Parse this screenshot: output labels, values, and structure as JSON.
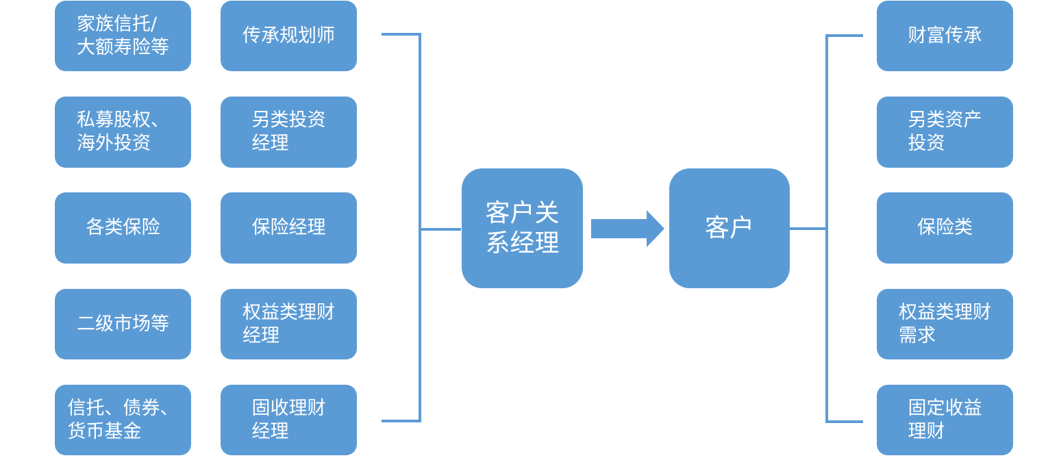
{
  "product_column": [
    {
      "name": "product-family-trust",
      "text": "家族信托/\n大额寿险等"
    },
    {
      "name": "product-private-equity",
      "text": "私募股权、\n海外投资"
    },
    {
      "name": "product-insurance",
      "text": "各类保险"
    },
    {
      "name": "product-secondary-market",
      "text": "二级市场等"
    },
    {
      "name": "product-trust-bonds",
      "text": "信托、债券、\n货币基金"
    }
  ],
  "manager_column": [
    {
      "name": "manager-succession-planner",
      "text": "传承规划师"
    },
    {
      "name": "manager-alternative-investment",
      "text": "另类投资\n经理"
    },
    {
      "name": "manager-insurance",
      "text": "保险经理"
    },
    {
      "name": "manager-equity-wealth",
      "text": "权益类理财\n经理"
    },
    {
      "name": "manager-fixed-income",
      "text": "固收理财\n经理"
    }
  ],
  "center": {
    "relationship_manager": "客户关\n系经理",
    "client": "客户"
  },
  "needs_column": [
    {
      "name": "need-wealth-succession",
      "text": "财富传承"
    },
    {
      "name": "need-alternative-assets",
      "text": "另类资产\n投资"
    },
    {
      "name": "need-insurance",
      "text": "保险类"
    },
    {
      "name": "need-equity-wealth",
      "text": "权益类理财\n需求"
    },
    {
      "name": "need-fixed-income",
      "text": "固定收益\n理财"
    }
  ],
  "colors": {
    "box_fill": "#5b9bd5",
    "connector": "#5b9bd5",
    "text": "#ffffff"
  }
}
